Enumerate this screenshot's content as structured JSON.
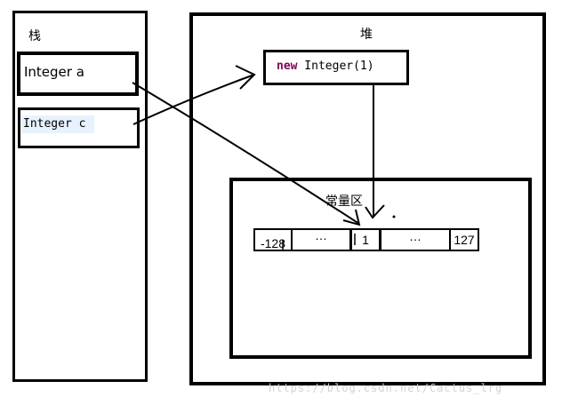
{
  "stack": {
    "title": "栈",
    "var_a": "Integer a",
    "var_c": "Integer c"
  },
  "heap": {
    "title": "堆",
    "new_keyword": "new",
    "new_rest": " Integer(1)",
    "pool": {
      "title": "常量区",
      "cells": [
        "-128",
        "…",
        "1",
        "…",
        "127"
      ]
    }
  },
  "watermark": "https://blog.csdn.net/Cactus_lrg"
}
